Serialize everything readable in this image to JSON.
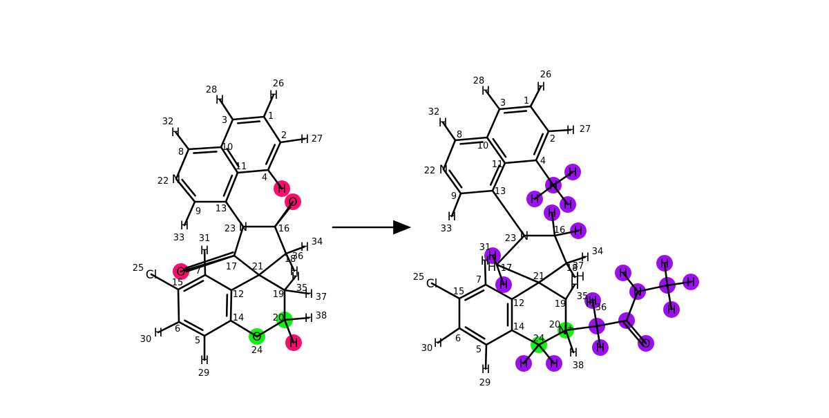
{
  "colors": {
    "background": "#ffffff",
    "ink": "#000000",
    "highlight_red": "#ff0a6f",
    "highlight_green": "#14f014",
    "highlight_purple": "#9b0ff0"
  },
  "arrow": {
    "type": "reaction-arrow"
  },
  "left_molecule": {
    "symbols": [
      {
        "t": "Cl"
      },
      {
        "t": "N"
      },
      {
        "t": "N"
      },
      {
        "t": "O",
        "hl": "red"
      },
      {
        "t": "O",
        "hl": "red"
      },
      {
        "t": "O",
        "hl": "green"
      },
      {
        "t": "H"
      },
      {
        "t": "H"
      },
      {
        "t": "H"
      },
      {
        "t": "H"
      },
      {
        "t": "H"
      },
      {
        "t": "H"
      },
      {
        "t": "H"
      },
      {
        "t": "H"
      },
      {
        "t": "H"
      },
      {
        "t": "H"
      },
      {
        "t": "H"
      },
      {
        "t": "H"
      },
      {
        "t": "H",
        "hl": "red"
      },
      {
        "t": "H",
        "hl": "red"
      }
    ],
    "indices": [
      "1",
      "2",
      "3",
      "4",
      "5",
      "6",
      "7",
      "8",
      "9",
      "10",
      "11",
      "12",
      "13",
      "14",
      "15",
      "16",
      "17",
      "18",
      "19",
      "20",
      "21",
      "22",
      "23",
      "24",
      "25",
      "26",
      "27",
      "28",
      "29",
      "30",
      "31",
      "32",
      "33",
      "34",
      "35",
      "36",
      "37",
      "38"
    ]
  },
  "right_molecule": {
    "symbols": [
      {
        "t": "Cl"
      },
      {
        "t": "N"
      },
      {
        "t": "N"
      },
      {
        "t": "N+",
        "hl": "green"
      },
      {
        "t": "N",
        "hl": "purple"
      },
      {
        "t": "O",
        "hl": "purple"
      },
      {
        "t": "H"
      },
      {
        "t": "H"
      },
      {
        "t": "H"
      },
      {
        "t": "H"
      },
      {
        "t": "H"
      },
      {
        "t": "H"
      },
      {
        "t": "H"
      },
      {
        "t": "H"
      },
      {
        "t": "H"
      },
      {
        "t": "H"
      },
      {
        "t": "H"
      },
      {
        "t": "H"
      },
      {
        "t": "H"
      },
      {
        "t": "H"
      },
      {
        "t": "H"
      },
      {
        "t": "H"
      },
      {
        "t": "H",
        "hl": "purple"
      },
      {
        "t": "H",
        "hl": "purple"
      },
      {
        "t": "H",
        "hl": "purple"
      },
      {
        "t": "H",
        "hl": "purple"
      },
      {
        "t": "H",
        "hl": "purple"
      },
      {
        "t": "H",
        "hl": "purple"
      },
      {
        "t": "H",
        "hl": "purple"
      },
      {
        "t": "H",
        "hl": "purple"
      },
      {
        "t": "H",
        "hl": "purple"
      },
      {
        "t": "H",
        "hl": "purple"
      },
      {
        "t": "H",
        "hl": "purple"
      },
      {
        "t": "H",
        "hl": "purple"
      },
      {
        "t": "H",
        "hl": "purple"
      },
      {
        "t": "H",
        "hl": "purple"
      }
    ],
    "indices": [
      "1",
      "2",
      "3",
      "4",
      "5",
      "6",
      "7",
      "8",
      "9",
      "10",
      "11",
      "12",
      "13",
      "14",
      "15",
      "16",
      "17",
      "18",
      "19",
      "20",
      "21",
      "22",
      "23",
      "24",
      "25",
      "26",
      "27",
      "28",
      "29",
      "30",
      "31",
      "32",
      "33",
      "34",
      "35",
      "36",
      "37",
      "38"
    ]
  }
}
